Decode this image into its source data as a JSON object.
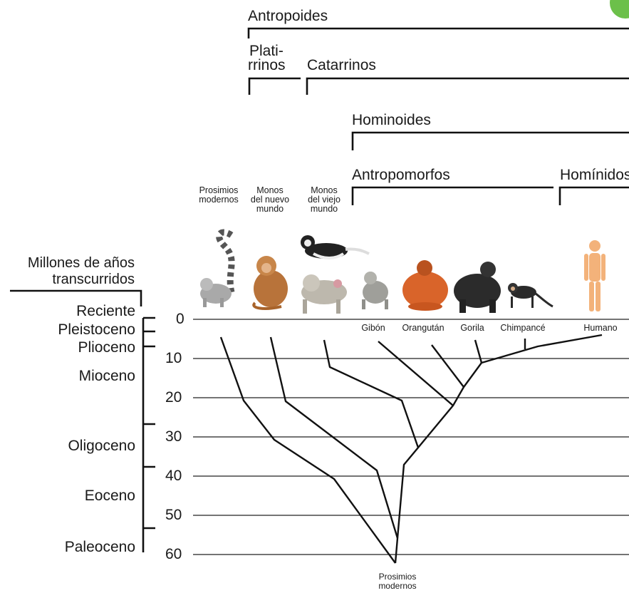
{
  "groups": {
    "antropoides": "Antropoides",
    "platirrinos_1": "Plati-",
    "platirrinos_2": "rrinos",
    "catarrinos": "Catarrinos",
    "hominoides": "Hominoides",
    "antropomorfos": "Antropomorfos",
    "hominidos": "Homínidos"
  },
  "top_columns": {
    "prosimios": [
      "Prosimios",
      "modernos"
    ],
    "nuevo": [
      "Monos",
      "del nuevo",
      "mundo"
    ],
    "viejo": [
      "Monos",
      "del viejo",
      "mundo"
    ]
  },
  "species": [
    "Gibón",
    "Orangután",
    "Gorila",
    "Chimpancé",
    "Humano"
  ],
  "time_axis": {
    "title_1": "Millones de años",
    "title_2": "transcurridos",
    "ticks": [
      "0",
      "10",
      "20",
      "30",
      "40",
      "50",
      "60"
    ]
  },
  "eras": [
    "Reciente",
    "Pleistoceno",
    "Plioceno",
    "Mioceno",
    "Oligoceno",
    "Eoceno",
    "Paleoceno"
  ],
  "root_label": [
    "Prosimios",
    "modernos"
  ],
  "colors": {
    "line": "#111111",
    "grid": "#222222",
    "badge": "#6cc04a",
    "gray_primate": "#a9a9a9",
    "brown_primate": "#b8733a",
    "orange_primate": "#d9642a",
    "dark_primate": "#2b2b2b",
    "human": "#f3b27a"
  }
}
